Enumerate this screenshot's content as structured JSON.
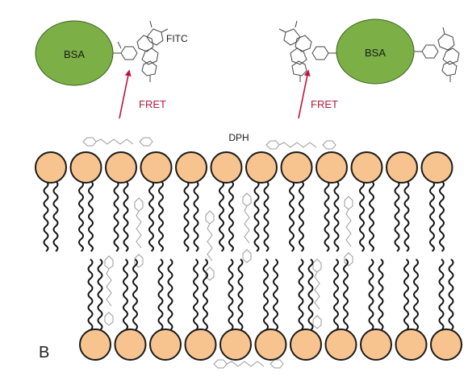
{
  "labels": {
    "bsa_left": "BSA",
    "bsa_right": "BSA",
    "fitc": "FITC",
    "fret_left": "FRET",
    "fret_right": "FRET",
    "dph": "DPH",
    "panel": "B"
  },
  "colors": {
    "protein_fill": "#7cb046",
    "protein_stroke": "#3a5f1e",
    "lipid_head_fill": "#f7c48f",
    "lipid_head_stroke": "#1a1a1a",
    "tail_stroke": "#111111",
    "arrow": "#c0143c",
    "probe_stroke": "#9a9a9a"
  },
  "membrane": {
    "upper_leaflet_lipids": 12,
    "lower_leaflet_lipids": 11
  }
}
